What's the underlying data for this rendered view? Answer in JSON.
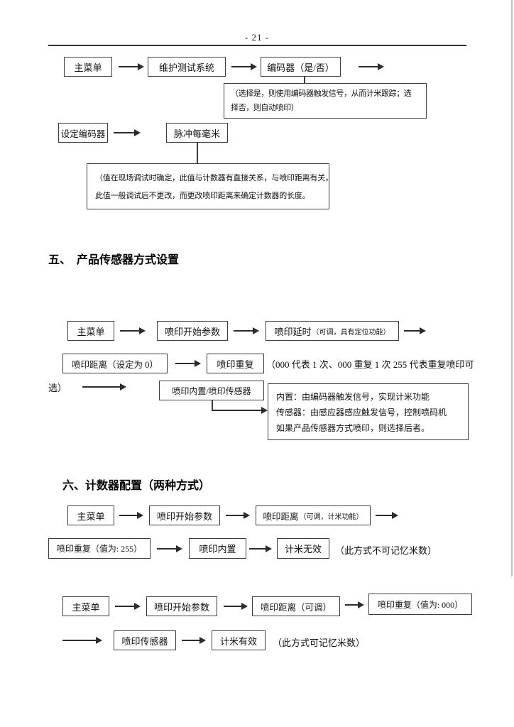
{
  "page": {
    "number": "- 21 -"
  },
  "flow_encoder": {
    "main_menu": "主菜单",
    "maintenance_system": "维护测试系统",
    "encoder_yes_no": "编码器（是/否）",
    "encoder_note": [
      "（选择是，则使用编码器触发信号，从而计米跟踪；选",
      "择否，则自动喷印）"
    ],
    "set_encoder": "设定编码器",
    "pulses_per_mm": "脉冲每毫米",
    "pulse_note": [
      "（值在现场调试时确定，此值与计数器有直接关系，与喷印距离有关，",
      "此值一般调试后不更改，而更改喷印距离来确定计数器的长度。"
    ]
  },
  "section_sensor": {
    "title": "五、　产品传感器方式设置",
    "main_menu": "主菜单",
    "print_start_params": "喷印开始参数",
    "print_delay": "喷印延时",
    "print_delay_hint": "（可调，具有定位功能）",
    "print_distance_zero": "喷印距离（设定为 0）",
    "print_repeat": "喷印重复",
    "repeat_hint_line1": "（000 代表 1 次、000 重复 1 次  255 代表重复喷印可",
    "repeat_hint_line2": "选）",
    "builtin_or_sensor": "喷印内置/喷印传感器",
    "mode_note": [
      "内置：由编码器触发信号，实现计米功能",
      "传感器：由感应器感应触发信号，控制喷码机",
      "如果产品传感器方式喷印，则选择后者。"
    ]
  },
  "section_counter": {
    "title": "六、计数器配置（两种方式）",
    "flow_a": {
      "main_menu": "主菜单",
      "print_start_params": "喷印开始参数",
      "print_distance": "喷印距离",
      "print_distance_hint": "（可调，计米功能）",
      "print_repeat_255": "喷印重复（值为: 255）",
      "print_builtin": "喷印内置",
      "meter_invalid": "计米无效",
      "note": "（此方式不可记忆米数）"
    },
    "flow_b": {
      "main_menu": "主菜单",
      "print_start_params": "喷印开始参数",
      "print_distance_adj": "喷印距离（可调）",
      "print_repeat_000": "喷印重复（值为: 000）",
      "print_sensor": "喷印传感器",
      "meter_valid": "计米有效",
      "note": "（此方式可记忆米数）"
    }
  }
}
